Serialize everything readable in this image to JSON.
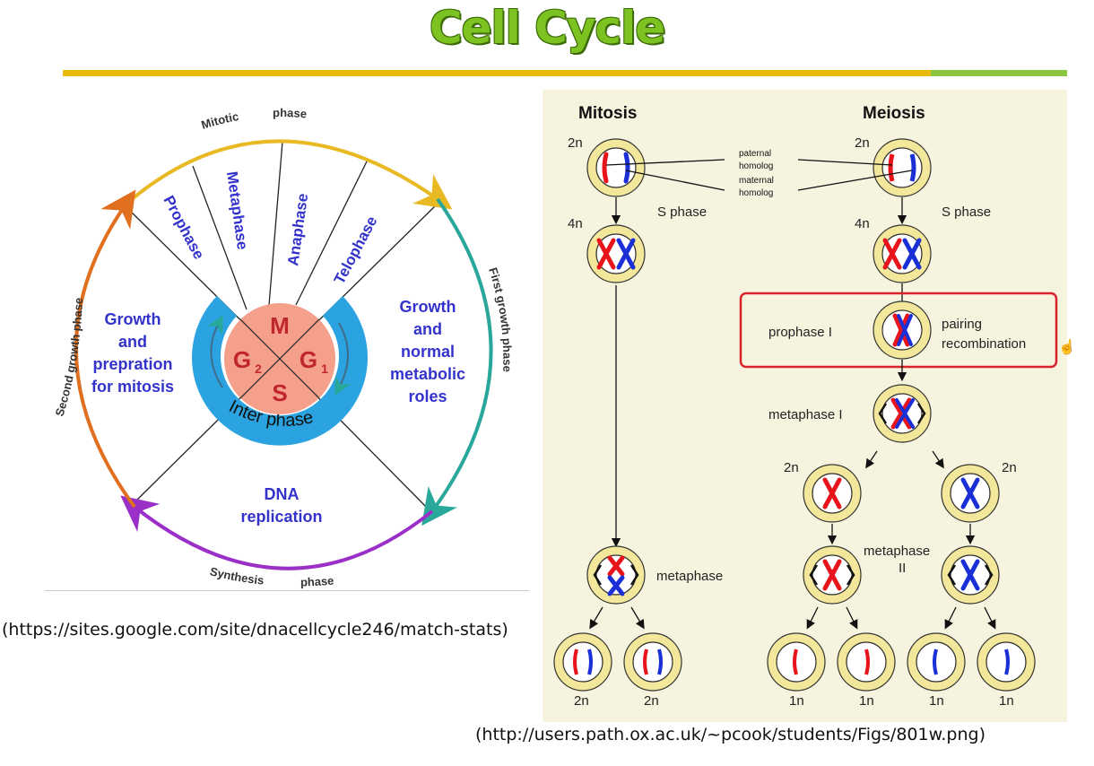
{
  "title": "Cell Cycle",
  "left_diagram": {
    "phase_labels": {
      "mitotic_1": "Mitotic",
      "mitotic_2": "phase",
      "first_growth": "First growth phase",
      "second_growth": "Second growth phase",
      "synthesis_1": "Synthesis",
      "synthesis_2": "phase"
    },
    "mitosis_stages": [
      "Prophase",
      "Metaphase",
      "Anaphase",
      "Telophase"
    ],
    "growth_g1": [
      "Growth",
      "and",
      "normal",
      "metabolic",
      "roles"
    ],
    "growth_g2": [
      "Growth",
      "and",
      "prepration",
      "for mitosis"
    ],
    "dna_replication": [
      "DNA",
      "replication"
    ],
    "center": {
      "m": "M",
      "g1": "G",
      "g1_sub": "1",
      "g2": "G",
      "g2_sub": "2",
      "s": "S",
      "interphase": "Inter phase"
    },
    "colors": {
      "mitotic_arc": "#e8b923",
      "first_growth_arc": "#2aa79b",
      "synthesis_arc": "#9b30c8",
      "second_growth_arc": "#e0701f",
      "stage_text": "#3333cc",
      "center": "#f4a08a",
      "interphase_ring": "#2aa3e0"
    }
  },
  "caption_left": "(https://sites.google.com/site/dnacellcycle246/match-stats)",
  "right_diagram": {
    "mitosis_title": "Mitosis",
    "meiosis_title": "Meiosis",
    "ploidy": {
      "two_n": "2n",
      "four_n": "4n",
      "one_n": "1n"
    },
    "homolog_labels": [
      "paternal",
      "homolog",
      "maternal",
      "homolog"
    ],
    "s_phase": "S phase",
    "prophase_i": "prophase I",
    "pairing": "pairing",
    "recombination": "recombination",
    "metaphase_i": "metaphase I",
    "metaphase": "metaphase",
    "metaphase_ii_1": "metaphase",
    "metaphase_ii_2": "II",
    "colors": {
      "paternal": "#e8141c",
      "maternal": "#1a2fd6",
      "cell": "#f2e79a",
      "highlight_box": "#d9222a"
    }
  },
  "caption_right": "(http://users.path.ox.ac.uk/~pcook/students/Figs/801w.png)"
}
